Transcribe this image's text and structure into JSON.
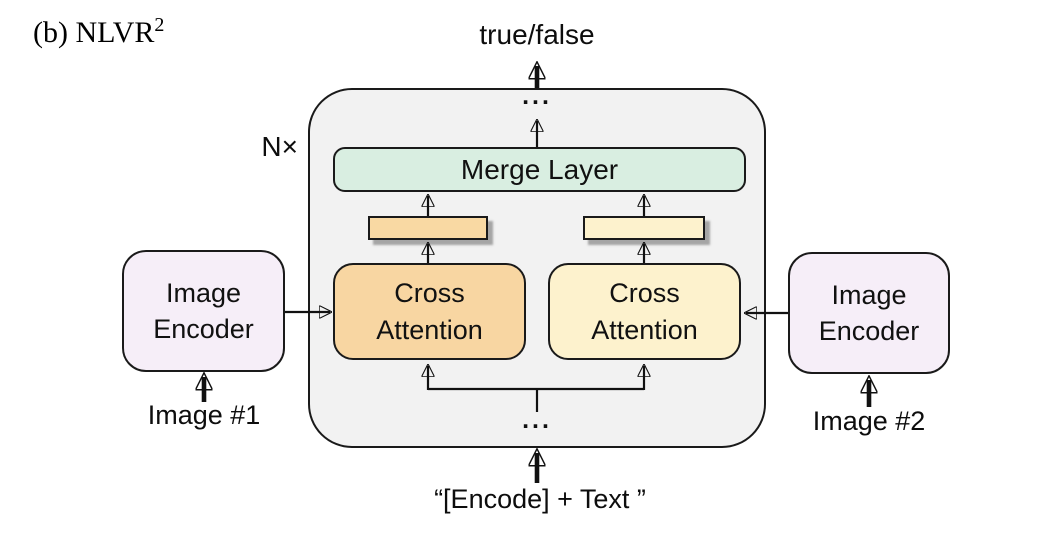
{
  "title": {
    "main": "(b) NLVR",
    "sup": "2"
  },
  "output_label": "true/false",
  "repeat_label": "N×",
  "ellipsis_top": "...",
  "ellipsis_bottom": "...",
  "block": {
    "merge_layer_label": "Merge Layer",
    "cross_attention_left_label": "Cross\nAttention",
    "cross_attention_right_label": "Cross\nAttention"
  },
  "left_branch": {
    "encoder_label": "Image\nEncoder",
    "input_label": "Image #1"
  },
  "right_branch": {
    "encoder_label": "Image\nEncoder",
    "input_label": "Image #2"
  },
  "bottom_input_label": "“[Encode] + Text ”",
  "colors": {
    "container_bg": "#f2f2f2",
    "merge_bg": "#d9eee1",
    "cross_left_bg": "#f8d6a2",
    "cross_right_bg": "#fdf2cd",
    "adapter_left_bg": "#f9d9a3",
    "adapter_right_bg": "#fdf2cd",
    "encoder_bg": "#f6eef8"
  }
}
